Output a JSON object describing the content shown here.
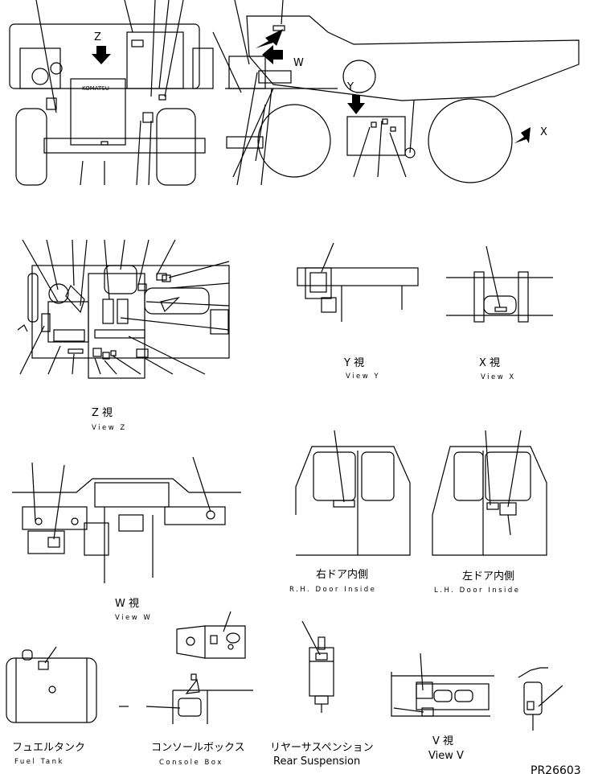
{
  "markers": {
    "z": "Z",
    "w": "W",
    "y": "Y",
    "x": "X",
    "brand": "KOMATSU"
  },
  "views": {
    "y_jp": "Y 視",
    "y_en": "View Y",
    "x_jp": "X 視",
    "x_en": "View X",
    "z_jp": "Z 視",
    "z_en": "View Z",
    "w_jp": "W 視",
    "w_en": "View W",
    "rh_jp": "右ドア内側",
    "rh_en": "R.H. Door Inside",
    "lh_jp": "左ドア内側",
    "lh_en": "L.H. Door Inside",
    "fuel_jp": "フュエルタンク",
    "fuel_en": "Fuel Tank",
    "console_jp": "コンソールボックス",
    "console_en": "Console Box",
    "rear_jp": "リヤーサスペンション",
    "rear_en": "Rear Suspension",
    "v_jp": "V 視",
    "v_en": "View V"
  },
  "part_number": "PR26603"
}
